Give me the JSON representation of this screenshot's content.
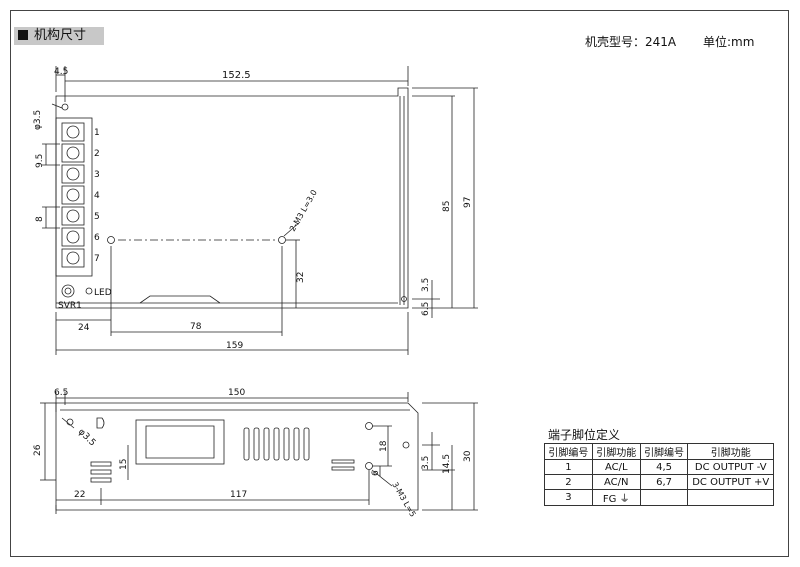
{
  "header": {
    "section_title": "机构尺寸",
    "model": "机壳型号：241A",
    "unit": "单位:mm"
  },
  "top_view": {
    "dims": {
      "d_4_5": "4.5",
      "d_152_5": "152.5",
      "d_phi3_5": "φ3.5",
      "d_9_5": "9.5",
      "d_8": "8",
      "d_85": "85",
      "d_97": "97",
      "d_3_5": "3.5",
      "d_6_5": "6.5",
      "d_32": "32",
      "d_24": "24",
      "d_78": "78",
      "d_159": "159",
      "screw": "2-M3 L=3.0"
    },
    "terminal_numbers": [
      "1",
      "2",
      "3",
      "4",
      "5",
      "6",
      "7"
    ],
    "led_label": "LED",
    "svr_label": "SVR1"
  },
  "side_view": {
    "dims": {
      "d_6_5": "6.5",
      "d_150": "150",
      "d_26": "26",
      "d_phi3_5": "φ3.5",
      "d_15": "15",
      "d_18": "18",
      "d_6": "6",
      "d_3_5": "3.5",
      "d_14_5": "14.5",
      "d_30": "30",
      "d_22": "22",
      "d_117": "117",
      "screw": "3-M3 L=5"
    }
  },
  "pin_table": {
    "title": "端子脚位定义",
    "headers": [
      "引脚编号",
      "引脚功能",
      "引脚编号",
      "引脚功能"
    ],
    "rows": [
      [
        "1",
        "AC/L",
        "4,5",
        "DC OUTPUT -V"
      ],
      [
        "2",
        "AC/N",
        "6,7",
        "DC OUTPUT +V"
      ],
      [
        "3",
        "FG ⏚",
        "",
        ""
      ]
    ]
  }
}
